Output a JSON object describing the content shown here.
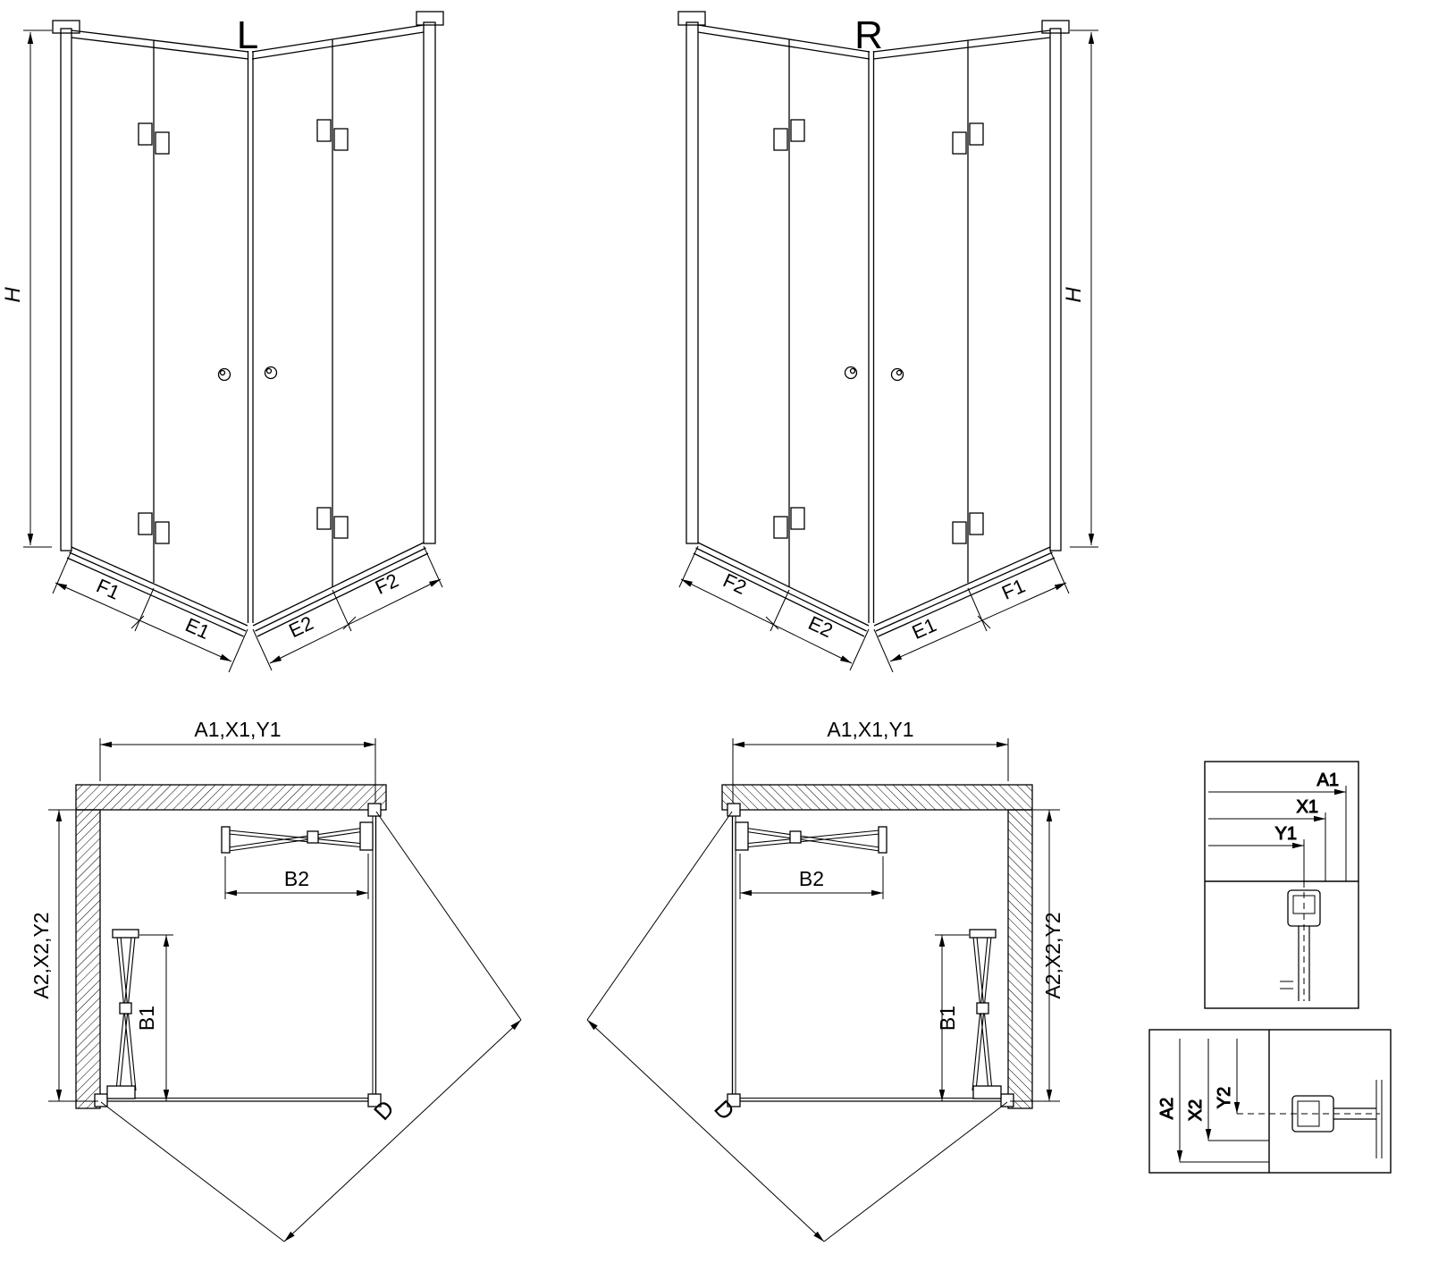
{
  "page": {
    "background": "#ffffff",
    "line_color": "#000000"
  },
  "perspective_left": {
    "title": "L",
    "height_label": "H",
    "segment_f1": "F1",
    "segment_e1": "E1",
    "segment_e2": "E2",
    "segment_f2": "F2"
  },
  "perspective_right": {
    "title": "R",
    "height_label": "H",
    "segment_f2": "F2",
    "segment_e2": "E2",
    "segment_e1": "E1",
    "segment_f1": "F1"
  },
  "plan_left": {
    "width_label": "A1,X1,Y1",
    "depth_label": "A2,X2,Y2",
    "door_width_b2": "B2",
    "door_width_b1": "B1",
    "diagonal_label": "D"
  },
  "plan_right": {
    "width_label": "A1,X1,Y1",
    "depth_label": "A2,X2,Y2",
    "door_width_b2": "B2",
    "door_width_b1": "B1",
    "diagonal_label": "D"
  },
  "detail_top": {
    "dim_a1": "A1",
    "dim_x1": "X1",
    "dim_y1": "Y1"
  },
  "detail_bottom": {
    "dim_a2": "A2",
    "dim_x2": "X2",
    "dim_y2": "Y2"
  }
}
